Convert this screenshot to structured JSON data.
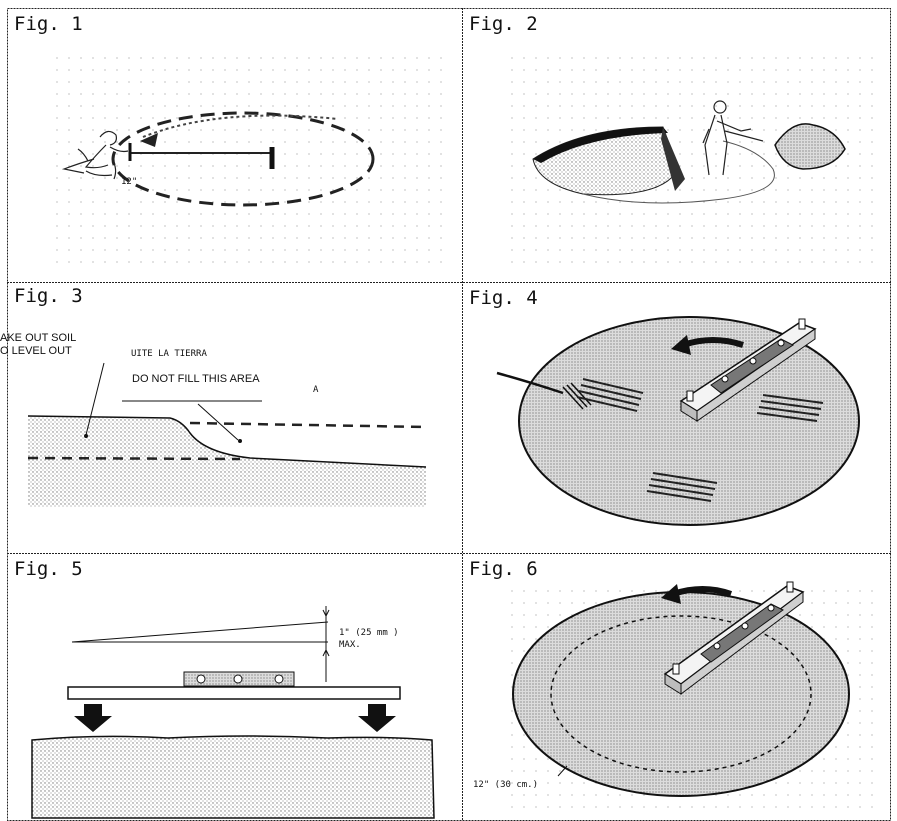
{
  "figures": {
    "fig1": {
      "title": "Fig. 1",
      "label": "12\""
    },
    "fig2": {
      "title": "Fig. 2"
    },
    "fig3": {
      "title": "Fig. 3",
      "labels": {
        "take_out_line1": "AKE OUT SOIL",
        "take_out_line2": "O LEVEL OUT",
        "quite_tierra": "UITE LA TIERRA",
        "do_not_fill": "DO NOT FILL THIS AREA",
        "a_marker": "A"
      }
    },
    "fig4": {
      "title": "Fig. 4"
    },
    "fig5": {
      "title": "Fig. 5",
      "labels": {
        "measure_line1": "1\" (25 mm )",
        "measure_line2": "MAX."
      }
    },
    "fig6": {
      "title": "Fig. 6",
      "labels": {
        "distance": "12\" (30 cm.)"
      }
    }
  }
}
